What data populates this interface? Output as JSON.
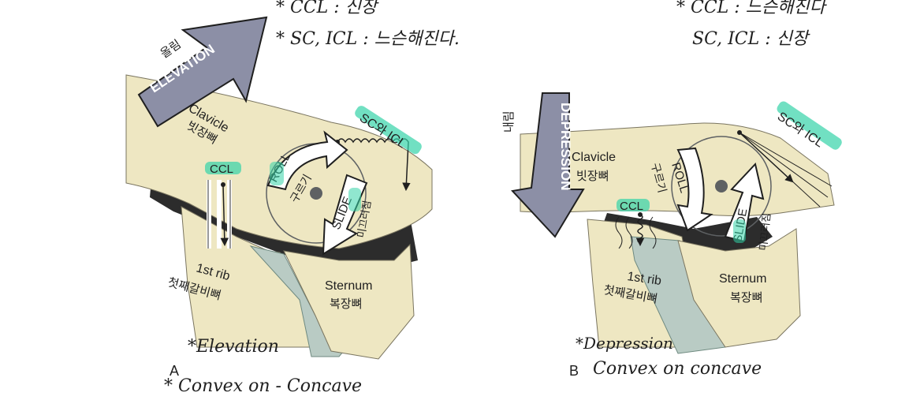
{
  "colors": {
    "bone": "#EEE7C2",
    "rib": "#B9CBC4",
    "dark": "#2C2C2C",
    "arrow": "#8C8FA6",
    "arrow_dark": "#6F7290",
    "highlight": "#35D3A8",
    "ink": "#1F1F1F",
    "gray": "#5E6163"
  },
  "panel_a": {
    "note_top_1": "* CCL : 신장",
    "note_top_2": "* SC, ICL : 느슨해진다.",
    "elevation_label": "ELEVATION",
    "elevation_korean": "올림",
    "clavicle": "Clavicle",
    "clavicle_korean": "빗장뼈",
    "ccl": "CCL",
    "sc_icl": "SC와 ICL",
    "roll": "ROLL",
    "roll_korean": "구르기",
    "slide": "SLIDE",
    "slide_korean": "미끄러짐",
    "first_rib": "1st rib",
    "first_rib_korean": "첫째갈비뼈",
    "sternum": "Sternum",
    "sternum_korean": "복장뼈",
    "note_bottom_1": "*Elevation",
    "letter": "A",
    "note_bottom_2": "* Convex on - Concave"
  },
  "panel_b": {
    "note_top_1": "* CCL : 느슨해진다",
    "note_top_2": "SC, ICL : 신장",
    "depression_label": "DEPRESSION",
    "depression_korean": "내림",
    "clavicle": "Clavicle",
    "clavicle_korean": "빗장뼈",
    "ccl": "CCL",
    "sc_icl": "SC와 ICL",
    "roll": "ROLL",
    "roll_korean": "구르기",
    "slide": "SLIDE",
    "slide_korean": "미끄러짐",
    "first_rib": "1st rib",
    "first_rib_korean": "첫째갈비뼈",
    "sternum": "Sternum",
    "sternum_korean": "복장뼈",
    "note_bottom_1": "*Depression",
    "letter": "B",
    "note_bottom_2": "Convex on concave"
  }
}
